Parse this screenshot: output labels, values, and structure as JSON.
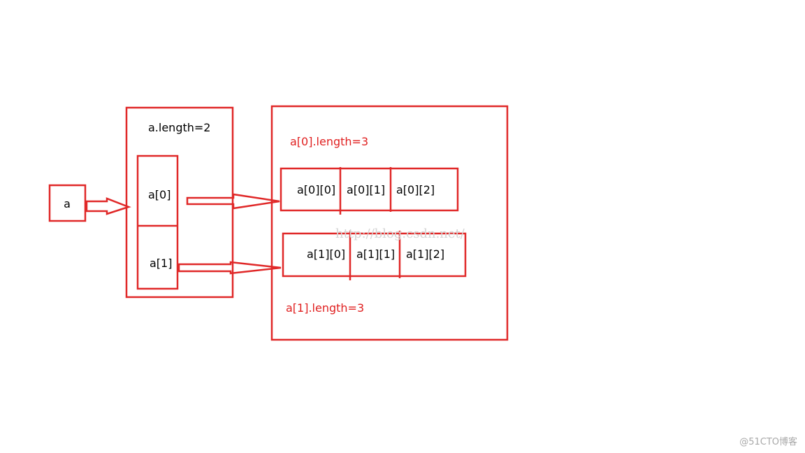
{
  "colors": {
    "line": "#e02828",
    "text": "#000000",
    "red_text": "#e02020",
    "watermark": "#d4d4d4",
    "brand": "#a8a8a8"
  },
  "labels": {
    "var": "a",
    "outer_length": "a.length=2",
    "row0": "a[0]",
    "row1": "a[1]",
    "inner0_length": "a[0].length=3",
    "inner1_length": "a[1].length=3",
    "cells_row0": [
      "a[0][0]",
      "a[0][1]",
      "a[0][2]"
    ],
    "cells_row1": [
      "a[1][0]",
      "a[1][1]",
      "a[1][2]"
    ]
  },
  "watermark": "http://blog.csdn.net/",
  "brand": "@51CTO博客"
}
